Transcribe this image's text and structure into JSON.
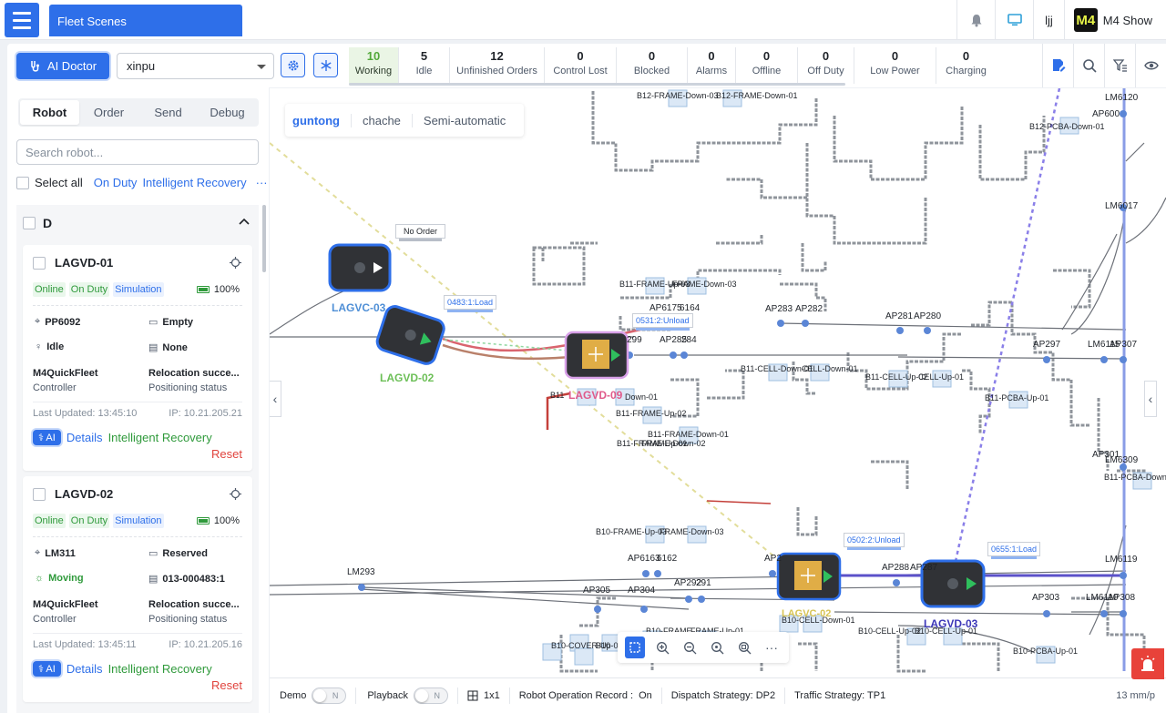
{
  "topbar": {
    "scene_tab": "Fleet Scenes",
    "user": "ljj",
    "brand_logo": "M4",
    "brand_name": "M4 Show",
    "icons": [
      "menu-icon",
      "bell-icon",
      "monitor-icon"
    ]
  },
  "toolbar": {
    "ai_doctor": "AI Doctor",
    "scene_value": "xinpu",
    "stats": [
      {
        "count": "10",
        "label": "Working"
      },
      {
        "count": "5",
        "label": "Idle"
      },
      {
        "count": "12",
        "label": "Unfinished Orders"
      },
      {
        "count": "0",
        "label": "Control Lost"
      },
      {
        "count": "0",
        "label": "Blocked"
      },
      {
        "count": "0",
        "label": "Alarms"
      },
      {
        "count": "0",
        "label": "Offline"
      },
      {
        "count": "0",
        "label": "Off Duty"
      },
      {
        "count": "0",
        "label": "Low Power"
      },
      {
        "count": "0",
        "label": "Charging"
      }
    ]
  },
  "left_panel": {
    "tabs": [
      "Robot",
      "Order",
      "Send",
      "Debug"
    ],
    "search_placeholder": "Search robot...",
    "select_all": "Select all",
    "on_duty": "On Duty",
    "intelligent_recovery": "Intelligent Recovery",
    "more": "···",
    "group": "D",
    "robots": [
      {
        "name": "LAGVD-01",
        "tags": [
          "Online",
          "On Duty",
          "Simulation"
        ],
        "battery": "100%",
        "location": "PP6092",
        "load": "Empty",
        "state": "Idle",
        "order": "None",
        "controller": "M4QuickFleet",
        "controller_label": "Controller",
        "positioning": "Relocation succe...",
        "positioning_label": "Positioning status",
        "updated": "Last Updated: 13:45:10",
        "ip": "IP: 10.21.205.21",
        "ai": "AI",
        "details": "Details",
        "recovery": "Intelligent Recovery",
        "reset": "Reset"
      },
      {
        "name": "LAGVD-02",
        "tags": [
          "Online",
          "On Duty",
          "Simulation"
        ],
        "battery": "100%",
        "location": "LM311",
        "load": "Reserved",
        "state": "Moving",
        "order": "013-000483:1",
        "controller": "M4QuickFleet",
        "controller_label": "Controller",
        "positioning": "Relocation succe...",
        "positioning_label": "Positioning status",
        "updated": "Last Updated: 13:45:11",
        "ip": "IP: 10.21.205.16",
        "ai": "AI",
        "details": "Details",
        "recovery": "Intelligent Recovery",
        "reset": "Reset"
      }
    ]
  },
  "map": {
    "tabs": [
      "guntong",
      "chache",
      "Semi-automatic"
    ],
    "robots": {
      "lagvc03": "LAGVC-03",
      "lagvd02": "LAGVD-02",
      "lagvd09": "LAGVD-09",
      "lagvd03": "LAGVD-03",
      "lagvc02": "LAGVC-02"
    },
    "tips": {
      "no_order": "No Order",
      "t1": "0483:1:Load",
      "t2": "0531:2:Unload",
      "t3": "0502:2:Unload",
      "t4": "0655:1:Load"
    },
    "labels": {
      "b12_frame": "B12-FRAME-Down-03",
      "b12_frame2": "B12-FRAME-Down-01",
      "b12_pcba": "B12-PCBA-Down-01",
      "lm6120": "LM6120",
      "ap600": "AP600",
      "lm6017": "LM6017",
      "b11_frame_up": "B11-FRAME-Up-03",
      "b11_frame_down3": "FRAME-Down-03",
      "ap6175": "AP6175",
      "ap6164": "6164",
      "ap283": "AP283",
      "ap282": "AP282",
      "ap281": "AP281",
      "ap280": "AP280",
      "ap299": "299",
      "ap285": "AP285",
      "ap284": "284",
      "ap297": "AP297",
      "lm6115": "LM6115",
      "ap307": "AP307",
      "b11_cell_dn1": "B11-CELL-Down-01",
      "b11_cell_dn2": "CELL-Down-01",
      "b11_cell_up1": "B11-CELL-Up-02",
      "b11_cell_up2": "CELL-Up-01",
      "b11_pcba_up": "B11-PCBA-Up-01",
      "b11_x": "B11",
      "b11_down01": "Down-01",
      "b11_frame_up02": "B11-FRAME-Up-02",
      "b11_frame_down01": "B11-FRAME-Down-01",
      "b11_frame_up01": "B11-FRAME-Up-01",
      "b11_frame_down02": "FRAME-Down-02",
      "ap301": "AP301",
      "lm6309": "LM6309",
      "b11_pcba_dn": "B11-PCBA-Down",
      "b10_frame_up": "B10-FRAME-Up-03",
      "b10_frame_dn": "FRAME-Down-03",
      "ap6163": "AP6163",
      "ap6162": "6162",
      "ap2_left": "AP2",
      "lm293": "LM293",
      "ap292": "AP292",
      "ap291": "291",
      "ap305": "AP305",
      "ap304": "AP304",
      "ap288": "AP288",
      "ap287": "AP287",
      "lm6119": "LM6119",
      "ap303": "AP303",
      "lm6110": "LM6110",
      "ap308": "AP308",
      "b10_cell_dn": "B10-CELL-Down-01",
      "b10_cell_up1": "B10-CELL-Up-02",
      "b10_cell_up2": "B10-CELL-Up-01",
      "b10_pcba_up": "B10-PCBA-Up-01",
      "b10_frame_dn2": "B10-FRAME",
      "b10_frame_up2": "FRAME-Up-01",
      "b10_cover": "B10-COVER-Up-0",
      "b10_cover2": "B10"
    }
  },
  "statusbar": {
    "demo": "Demo",
    "playback": "Playback",
    "switch_off": "N",
    "grid": "1x1",
    "record_label": "Robot Operation Record :",
    "record_value": "On",
    "dispatch": "Dispatch Strategy: DP2",
    "traffic": "Traffic Strategy: TP1",
    "scale": "13 mm/p"
  },
  "colors": {
    "primary": "#2e6fe9",
    "success": "#2f9a3b",
    "danger": "#e0443e",
    "route_red": "#d9646e",
    "route_purple": "#6b5cd6"
  }
}
